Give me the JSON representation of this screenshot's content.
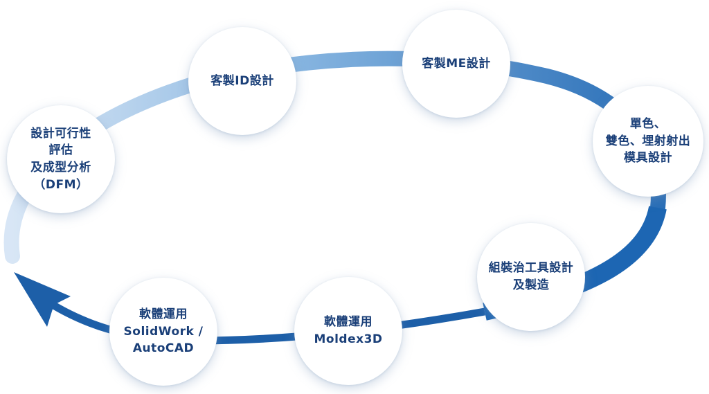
{
  "diagram": {
    "accent_dark": "#1d5fa8",
    "accent_light": "#c8dcf1",
    "text_color": "#1a3f78",
    "nodes": [
      {
        "id": "dfm",
        "lines": [
          "設計可行性",
          "評估",
          "及成型分析",
          "（DFM）"
        ]
      },
      {
        "id": "id-design",
        "lines": [
          "客製ID設計"
        ]
      },
      {
        "id": "me-design",
        "lines": [
          "客製ME設計"
        ]
      },
      {
        "id": "mold-design",
        "lines": [
          "單色、",
          "雙色、埋射射出",
          "模具設計"
        ]
      },
      {
        "id": "jig-design",
        "lines": [
          "組裝治工具設計",
          "及製造"
        ]
      },
      {
        "id": "moldex3d",
        "lines": [
          "軟體運用",
          "Moldex3D"
        ]
      },
      {
        "id": "solidwork",
        "lines": [
          "軟體運用",
          "SolidWork /",
          "AutoCAD"
        ]
      }
    ]
  }
}
